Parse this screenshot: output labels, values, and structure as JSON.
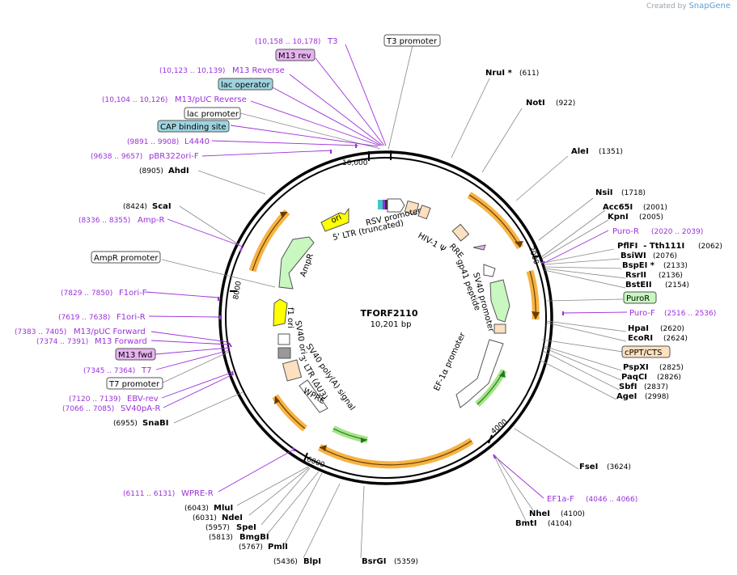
{
  "credit": {
    "prefix": "Created by",
    "brand": "SnapGene"
  },
  "plasmid": {
    "name": "TFORF2110",
    "size": "10,201 bp"
  },
  "colors": {
    "primer": "#9b30d9",
    "orange_feature": "#f5a623",
    "green_feature": "#b8f0b0",
    "yellow_feature": "#ffff00",
    "beige_feature": "#fde0c0",
    "blue_box": "#9ed4e0",
    "purple_box": "#e6b3f0",
    "green_box": "#c8f7c0"
  },
  "ticks": [
    {
      "label": "10,000"
    },
    {
      "label": "2000"
    },
    {
      "label": "4000"
    },
    {
      "label": "6000"
    },
    {
      "label": "8000"
    }
  ],
  "enzymes": [
    {
      "name": "NruI *",
      "pos": "(611)"
    },
    {
      "name": "NotI",
      "pos": "(922)"
    },
    {
      "name": "AleI",
      "pos": "(1351)"
    },
    {
      "name": "NsiI",
      "pos": "(1718)"
    },
    {
      "name": "Acc65I",
      "pos": "(2001)"
    },
    {
      "name": "KpnI",
      "pos": "(2005)"
    },
    {
      "name": "PflFI  - Tth111I",
      "pos": "(2062)"
    },
    {
      "name": "BsiWI",
      "pos": "(2076)"
    },
    {
      "name": "BspEI *",
      "pos": "(2133)"
    },
    {
      "name": "RsrII",
      "pos": "(2136)"
    },
    {
      "name": "BstEII",
      "pos": "(2154)"
    },
    {
      "name": "HpaI",
      "pos": "(2620)"
    },
    {
      "name": "EcoRI",
      "pos": "(2624)"
    },
    {
      "name": "PspXI",
      "pos": "(2825)"
    },
    {
      "name": "PaqCI",
      "pos": "(2826)"
    },
    {
      "name": "SbfI",
      "pos": "(2837)"
    },
    {
      "name": "AgeI",
      "pos": "(2998)"
    },
    {
      "name": "FseI",
      "pos": "(3624)"
    },
    {
      "name": "NheI",
      "pos": "(4100)"
    },
    {
      "name": "BmtI",
      "pos": "(4104)"
    },
    {
      "name": "BsrGI",
      "pos": "(5359)"
    },
    {
      "name": "BlpI",
      "pos": "(5436)"
    },
    {
      "name": "PmlI",
      "pos": "(5767)"
    },
    {
      "name": "BmgBI",
      "pos": "(5813)"
    },
    {
      "name": "SpeI",
      "pos": "(5957)"
    },
    {
      "name": "NdeI",
      "pos": "(6031)"
    },
    {
      "name": "MluI",
      "pos": "(6043)"
    },
    {
      "name": "SnaBI",
      "pos": "(6955)"
    },
    {
      "name": "ScaI",
      "pos": "(8424)"
    },
    {
      "name": "AhdI",
      "pos": "(8905)"
    }
  ],
  "primers": [
    {
      "name": "T3",
      "pos": "(10,158 .. 10,178)"
    },
    {
      "name": "M13 Reverse",
      "pos": "(10,123 .. 10,139)"
    },
    {
      "name": "M13/pUC Reverse",
      "pos": "(10,104 .. 10,126)"
    },
    {
      "name": "L4440",
      "pos": "(9891 .. 9908)"
    },
    {
      "name": "pBR322ori-F",
      "pos": "(9638 .. 9657)"
    },
    {
      "name": "Amp-R",
      "pos": "(8336 .. 8355)"
    },
    {
      "name": "F1ori-F",
      "pos": "(7829 .. 7850)"
    },
    {
      "name": "F1ori-R",
      "pos": "(7619 .. 7638)"
    },
    {
      "name": "M13/pUC Forward",
      "pos": "(7383 .. 7405)"
    },
    {
      "name": "M13 Forward",
      "pos": "(7374 .. 7391)"
    },
    {
      "name": "T7",
      "pos": "(7345 .. 7364)"
    },
    {
      "name": "EBV-rev",
      "pos": "(7120 .. 7139)"
    },
    {
      "name": "SV40pA-R",
      "pos": "(7066 .. 7085)"
    },
    {
      "name": "WPRE-R",
      "pos": "(6111 .. 6131)"
    },
    {
      "name": "Puro-R",
      "pos": "(2020 .. 2039)"
    },
    {
      "name": "Puro-F",
      "pos": "(2516 .. 2536)"
    },
    {
      "name": "EF1a-F",
      "pos": "(4046 .. 4066)"
    }
  ],
  "boxes": [
    {
      "name": "T3 promoter",
      "style": "white"
    },
    {
      "name": "M13 rev",
      "style": "purple"
    },
    {
      "name": "lac operator",
      "style": "blue"
    },
    {
      "name": "lac promoter",
      "style": "white"
    },
    {
      "name": "CAP binding site",
      "style": "blue"
    },
    {
      "name": "AmpR promoter",
      "style": "white"
    },
    {
      "name": "M13 fwd",
      "style": "purple"
    },
    {
      "name": "T7 promoter",
      "style": "white"
    },
    {
      "name": "PuroR",
      "style": "green"
    },
    {
      "name": "cPPT/CTS",
      "style": "beige"
    }
  ],
  "features": [
    {
      "name": "RSV promoter"
    },
    {
      "name": "5' LTR (truncated)"
    },
    {
      "name": "HIV-1 Ψ"
    },
    {
      "name": "RRE"
    },
    {
      "name": "gp41 peptide"
    },
    {
      "name": "SV40 promoter"
    },
    {
      "name": "EF-1α promoter"
    },
    {
      "name": "WPRE"
    },
    {
      "name": "3' LTR (ΔU3)"
    },
    {
      "name": "SV40 poly(A) signal"
    },
    {
      "name": "SV40 ori"
    },
    {
      "name": "f1 ori"
    },
    {
      "name": "AmpR"
    },
    {
      "name": "ori"
    }
  ]
}
